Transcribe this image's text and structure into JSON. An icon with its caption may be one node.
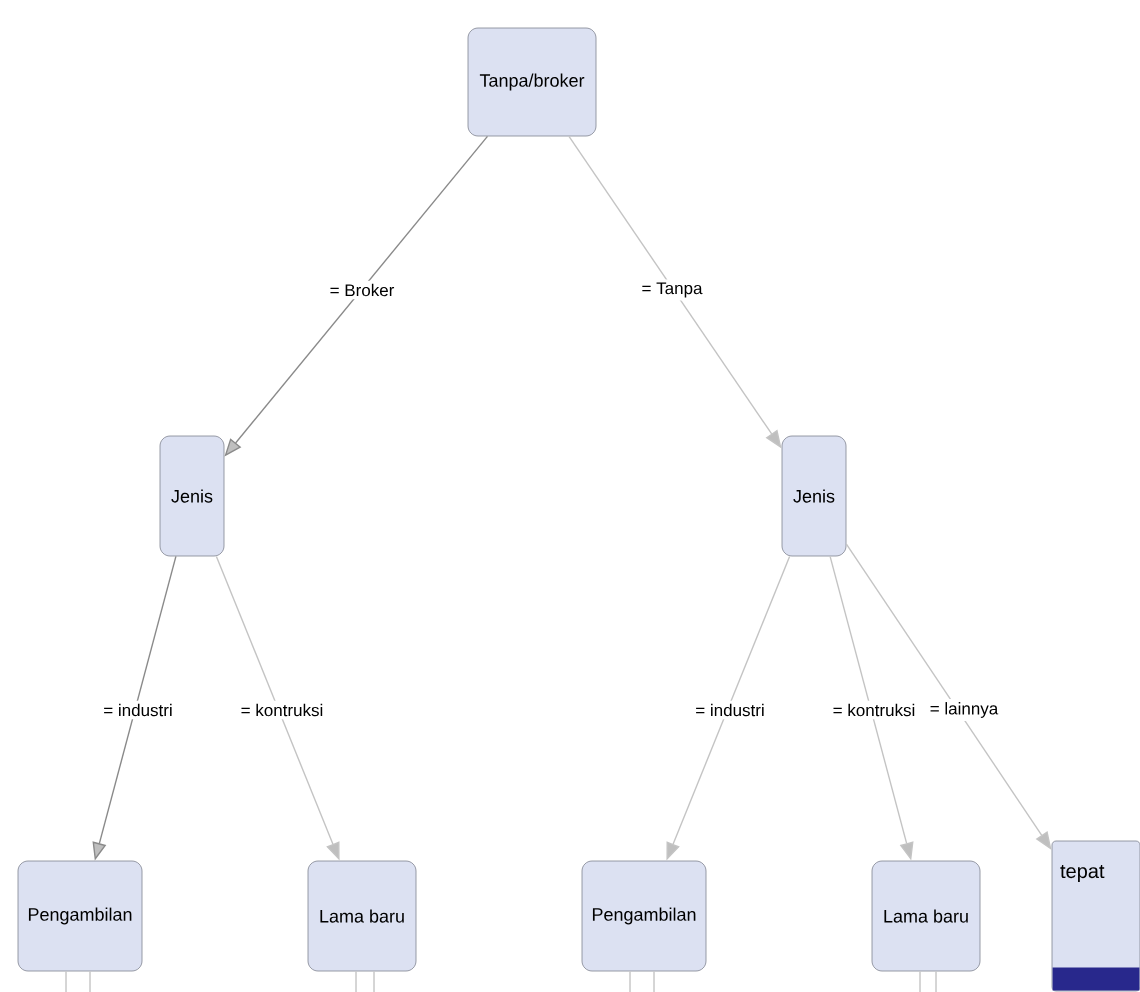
{
  "diagram": {
    "nodes": [
      {
        "text": [
          "Tanpa/broker"
        ]
      },
      {
        "text": [
          "Jenis"
        ]
      },
      {
        "text": [
          "Jenis"
        ]
      },
      {
        "text": [
          "Pengambilan"
        ]
      },
      {
        "text": [
          "Lama baru"
        ]
      },
      {
        "text": [
          "Pengambilan"
        ]
      },
      {
        "text": [
          "Lama baru"
        ]
      },
      {
        "text": [
          "tepat"
        ]
      }
    ],
    "edges": [
      {
        "from": 0,
        "to": 1,
        "arrow": "to",
        "label": "= Broker",
        "color": "#8a8a8a"
      },
      {
        "from": 0,
        "to": 2,
        "arrow": "to",
        "label": "= Tanpa"
      },
      {
        "from": 1,
        "to": 3,
        "arrow": "to",
        "label": "= industri",
        "color": "#8a8a8a"
      },
      {
        "from": 1,
        "to": 4,
        "arrow": "to",
        "label": "= kontruksi"
      },
      {
        "from": 2,
        "to": 5,
        "arrow": "to",
        "label": "= industri"
      },
      {
        "from": 2,
        "to": 6,
        "arrow": "to",
        "label": "= kontruksi"
      },
      {
        "from": 2,
        "to": 7,
        "arrow": "to",
        "label": "= lainnya"
      },
      {
        "from": 3,
        "to": null,
        "arrow": "none"
      },
      {
        "from": 3,
        "to": null,
        "arrow": "none"
      },
      {
        "from": 4,
        "to": null,
        "arrow": "none"
      },
      {
        "from": 4,
        "to": null,
        "arrow": "none"
      },
      {
        "from": 5,
        "to": null,
        "arrow": "none"
      },
      {
        "from": 5,
        "to": null,
        "arrow": "none"
      },
      {
        "from": 6,
        "to": null,
        "arrow": "none"
      },
      {
        "from": 6,
        "to": null,
        "arrow": "none"
      }
    ]
  }
}
